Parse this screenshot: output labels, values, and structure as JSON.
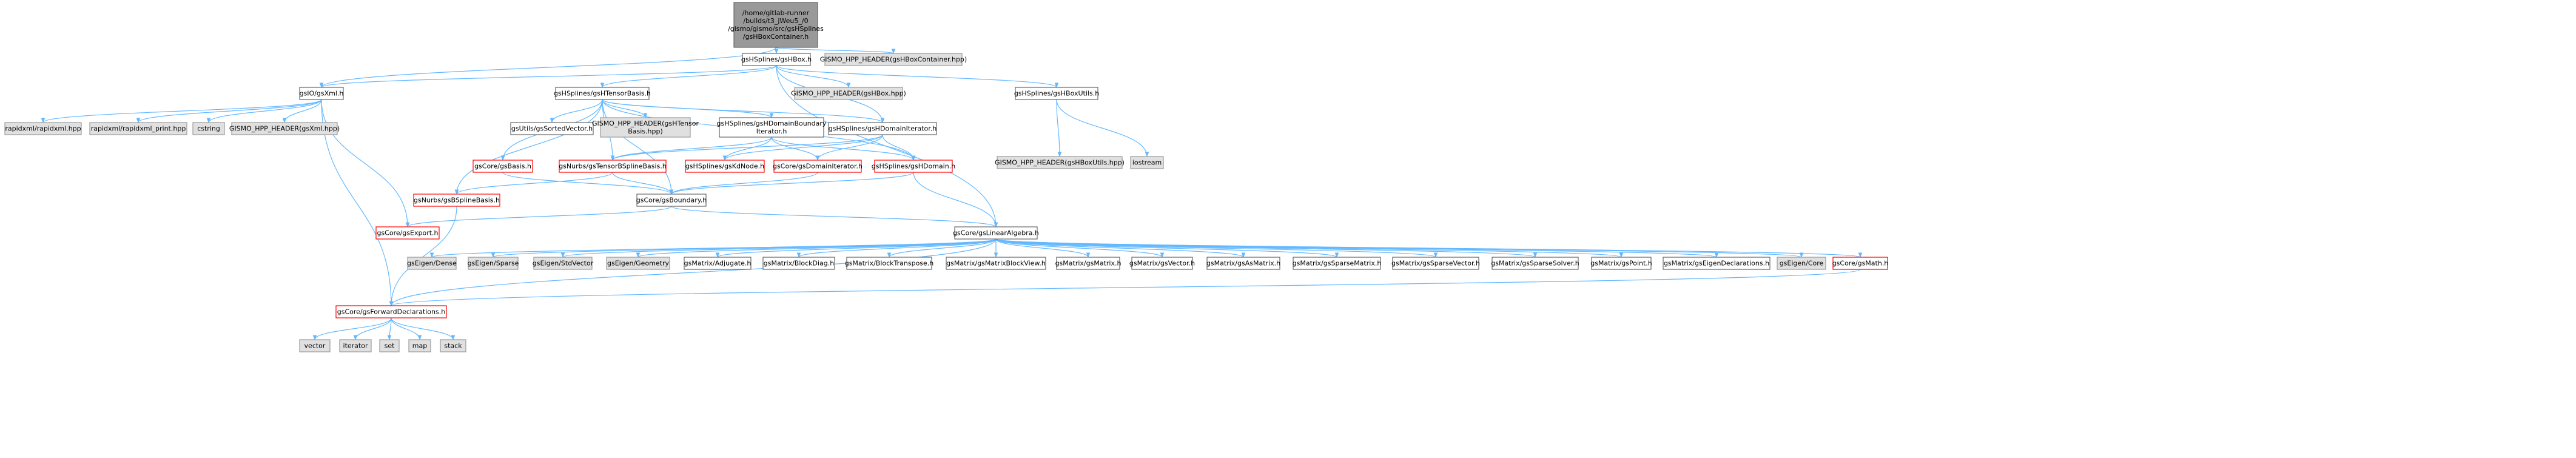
{
  "colors": {
    "root_fill": "#999999",
    "root_stroke": "#666666",
    "file_fill": "#ffffff",
    "file_stroke": "#666666",
    "external_fill": "#e0e0e0",
    "external_stroke": "#999999",
    "missing_stroke": "#ff0000",
    "missing_text": "#ff0000",
    "edge": "#63b8ff"
  },
  "nodes": [
    {
      "id": "root",
      "kind": "root",
      "lines": [
        "/home/gitlab-runner",
        "/builds/t3_jWeu5_/0",
        "/gismo/gismo/src/gsHSplines",
        "/gsHBoxContainer.h"
      ]
    },
    {
      "id": "gshbox",
      "kind": "file",
      "lines": [
        "gsHSplines/gsHBox.h"
      ]
    },
    {
      "id": "hdr_container",
      "kind": "external",
      "lines": [
        "GISMO_HPP_HEADER(gsHBoxContainer.hpp)"
      ]
    },
    {
      "id": "gsxml",
      "kind": "file",
      "lines": [
        "gsIO/gsXml.h"
      ]
    },
    {
      "id": "htensor",
      "kind": "file",
      "lines": [
        "gsHSplines/gsHTensorBasis.h"
      ]
    },
    {
      "id": "hdr_hbox",
      "kind": "external",
      "lines": [
        "GISMO_HPP_HEADER(gsHBox.hpp)"
      ]
    },
    {
      "id": "hboxutils",
      "kind": "file",
      "lines": [
        "gsHSplines/gsHBoxUtils.h"
      ]
    },
    {
      "id": "rapidxml",
      "kind": "external",
      "lines": [
        "rapidxml/rapidxml.hpp"
      ]
    },
    {
      "id": "rapidxml_print",
      "kind": "external",
      "lines": [
        "rapidxml/rapidxml_print.hpp"
      ]
    },
    {
      "id": "cstring",
      "kind": "external",
      "lines": [
        "cstring"
      ]
    },
    {
      "id": "hdr_xml",
      "kind": "external",
      "lines": [
        "GISMO_HPP_HEADER(gsXml.hpp)"
      ]
    },
    {
      "id": "sortedvector",
      "kind": "file",
      "lines": [
        "gsUtils/gsSortedVector.h"
      ]
    },
    {
      "id": "hdr_htensor",
      "kind": "external",
      "lines": [
        "GISMO_HPP_HEADER(gsHTensor",
        "Basis.hpp)"
      ]
    },
    {
      "id": "hdombound",
      "kind": "file",
      "lines": [
        "gsHSplines/gsHDomainBoundary",
        "Iterator.h"
      ]
    },
    {
      "id": "hdomiter",
      "kind": "file",
      "lines": [
        "gsHSplines/gsHDomainIterator.h"
      ]
    },
    {
      "id": "hdr_hboxutils",
      "kind": "external",
      "lines": [
        "GISMO_HPP_HEADER(gsHBoxUtils.hpp)"
      ]
    },
    {
      "id": "iostream",
      "kind": "external",
      "lines": [
        "iostream"
      ]
    },
    {
      "id": "gsbasis",
      "kind": "missing",
      "lines": [
        "gsCore/gsBasis.h"
      ]
    },
    {
      "id": "tensorbspline",
      "kind": "missing",
      "lines": [
        "gsNurbs/gsTensorBSplineBasis.h"
      ]
    },
    {
      "id": "kdnode",
      "kind": "missing",
      "lines": [
        "gsHSplines/gsKdNode.h"
      ]
    },
    {
      "id": "domainiter",
      "kind": "missing",
      "lines": [
        "gsCore/gsDomainIterator.h"
      ]
    },
    {
      "id": "hdomain",
      "kind": "missing",
      "lines": [
        "gsHSplines/gsHDomain.h"
      ]
    },
    {
      "id": "bsplinebasis",
      "kind": "missing",
      "lines": [
        "gsNurbs/gsBSplineBasis.h"
      ]
    },
    {
      "id": "boundary",
      "kind": "file",
      "lines": [
        "gsCore/gsBoundary.h"
      ]
    },
    {
      "id": "gsexport",
      "kind": "missing",
      "lines": [
        "gsCore/gsExport.h"
      ]
    },
    {
      "id": "linalg",
      "kind": "file",
      "lines": [
        "gsCore/gsLinearAlgebra.h"
      ]
    },
    {
      "id": "eigen_dense",
      "kind": "external",
      "lines": [
        "gsEigen/Dense"
      ]
    },
    {
      "id": "eigen_sparse",
      "kind": "external",
      "lines": [
        "gsEigen/Sparse"
      ]
    },
    {
      "id": "eigen_stdvector",
      "kind": "external",
      "lines": [
        "gsEigen/StdVector"
      ]
    },
    {
      "id": "eigen_geometry",
      "kind": "external",
      "lines": [
        "gsEigen/Geometry"
      ]
    },
    {
      "id": "adjugate",
      "kind": "file",
      "lines": [
        "gsMatrix/Adjugate.h"
      ]
    },
    {
      "id": "blockdiag",
      "kind": "file",
      "lines": [
        "gsMatrix/BlockDiag.h"
      ]
    },
    {
      "id": "blocktranspose",
      "kind": "file",
      "lines": [
        "gsMatrix/BlockTranspose.h"
      ]
    },
    {
      "id": "matblockview",
      "kind": "file",
      "lines": [
        "gsMatrix/gsMatrixBlockView.h"
      ]
    },
    {
      "id": "gsmatrix",
      "kind": "file",
      "lines": [
        "gsMatrix/gsMatrix.h"
      ]
    },
    {
      "id": "gsvector",
      "kind": "file",
      "lines": [
        "gsMatrix/gsVector.h"
      ]
    },
    {
      "id": "asmatrix",
      "kind": "file",
      "lines": [
        "gsMatrix/gsAsMatrix.h"
      ]
    },
    {
      "id": "sparsematrix",
      "kind": "file",
      "lines": [
        "gsMatrix/gsSparseMatrix.h"
      ]
    },
    {
      "id": "sparsevector",
      "kind": "file",
      "lines": [
        "gsMatrix/gsSparseVector.h"
      ]
    },
    {
      "id": "sparsesolver",
      "kind": "file",
      "lines": [
        "gsMatrix/gsSparseSolver.h"
      ]
    },
    {
      "id": "gspoint",
      "kind": "file",
      "lines": [
        "gsMatrix/gsPoint.h"
      ]
    },
    {
      "id": "eigendecl",
      "kind": "file",
      "lines": [
        "gsMatrix/gsEigenDeclarations.h"
      ]
    },
    {
      "id": "eigen_core",
      "kind": "external",
      "lines": [
        "gsEigen/Core"
      ]
    },
    {
      "id": "gsmath",
      "kind": "missing",
      "lines": [
        "gsCore/gsMath.h"
      ]
    },
    {
      "id": "fwddecl",
      "kind": "missing",
      "lines": [
        "gsCore/gsForwardDeclarations.h"
      ]
    },
    {
      "id": "vector",
      "kind": "external",
      "lines": [
        "vector"
      ]
    },
    {
      "id": "iterator",
      "kind": "external",
      "lines": [
        "iterator"
      ]
    },
    {
      "id": "set",
      "kind": "external",
      "lines": [
        "set"
      ]
    },
    {
      "id": "map",
      "kind": "external",
      "lines": [
        "map"
      ]
    },
    {
      "id": "stack",
      "kind": "external",
      "lines": [
        "stack"
      ]
    }
  ],
  "edges": [
    [
      "root",
      "gshbox"
    ],
    [
      "root",
      "hdr_container"
    ],
    [
      "root",
      "gsxml"
    ],
    [
      "gshbox",
      "gsxml"
    ],
    [
      "gshbox",
      "htensor"
    ],
    [
      "gshbox",
      "hdr_hbox"
    ],
    [
      "gshbox",
      "hboxutils"
    ],
    [
      "gshbox",
      "hdomiter"
    ],
    [
      "gshbox",
      "linalg"
    ],
    [
      "gsxml",
      "rapidxml"
    ],
    [
      "gsxml",
      "rapidxml_print"
    ],
    [
      "gsxml",
      "cstring"
    ],
    [
      "gsxml",
      "hdr_xml"
    ],
    [
      "gsxml",
      "gsexport"
    ],
    [
      "gsxml",
      "fwddecl"
    ],
    [
      "htensor",
      "sortedvector"
    ],
    [
      "htensor",
      "hdr_htensor"
    ],
    [
      "htensor",
      "hdombound"
    ],
    [
      "htensor",
      "hdomiter"
    ],
    [
      "htensor",
      "gsbasis"
    ],
    [
      "htensor",
      "tensorbspline"
    ],
    [
      "htensor",
      "hdomain"
    ],
    [
      "htensor",
      "bsplinebasis"
    ],
    [
      "htensor",
      "boundary"
    ],
    [
      "hboxutils",
      "hdr_hboxutils"
    ],
    [
      "hboxutils",
      "iostream"
    ],
    [
      "hdombound",
      "tensorbspline"
    ],
    [
      "hdombound",
      "kdnode"
    ],
    [
      "hdombound",
      "domainiter"
    ],
    [
      "hdombound",
      "hdomain"
    ],
    [
      "hdomiter",
      "tensorbspline"
    ],
    [
      "hdomiter",
      "kdnode"
    ],
    [
      "hdomiter",
      "domainiter"
    ],
    [
      "hdomiter",
      "hdomain"
    ],
    [
      "gsbasis",
      "boundary"
    ],
    [
      "tensorbspline",
      "bsplinebasis"
    ],
    [
      "tensorbspline",
      "boundary"
    ],
    [
      "domainiter",
      "boundary"
    ],
    [
      "hdomain",
      "boundary"
    ],
    [
      "hdomain",
      "linalg"
    ],
    [
      "bsplinebasis",
      "fwddecl"
    ],
    [
      "boundary",
      "gsexport"
    ],
    [
      "boundary",
      "linalg"
    ],
    [
      "linalg",
      "eigen_dense"
    ],
    [
      "linalg",
      "eigen_sparse"
    ],
    [
      "linalg",
      "eigen_stdvector"
    ],
    [
      "linalg",
      "eigen_geometry"
    ],
    [
      "linalg",
      "adjugate"
    ],
    [
      "linalg",
      "blockdiag"
    ],
    [
      "linalg",
      "blocktranspose"
    ],
    [
      "linalg",
      "matblockview"
    ],
    [
      "linalg",
      "gsmatrix"
    ],
    [
      "linalg",
      "gsvector"
    ],
    [
      "linalg",
      "asmatrix"
    ],
    [
      "linalg",
      "sparsematrix"
    ],
    [
      "linalg",
      "sparsevector"
    ],
    [
      "linalg",
      "sparsesolver"
    ],
    [
      "linalg",
      "gspoint"
    ],
    [
      "linalg",
      "eigendecl"
    ],
    [
      "linalg",
      "eigen_core"
    ],
    [
      "linalg",
      "gsmath"
    ],
    [
      "linalg",
      "fwddecl"
    ],
    [
      "gsmath",
      "fwddecl"
    ],
    [
      "fwddecl",
      "vector"
    ],
    [
      "fwddecl",
      "iterator"
    ],
    [
      "fwddecl",
      "set"
    ],
    [
      "fwddecl",
      "map"
    ],
    [
      "fwddecl",
      "stack"
    ]
  ]
}
